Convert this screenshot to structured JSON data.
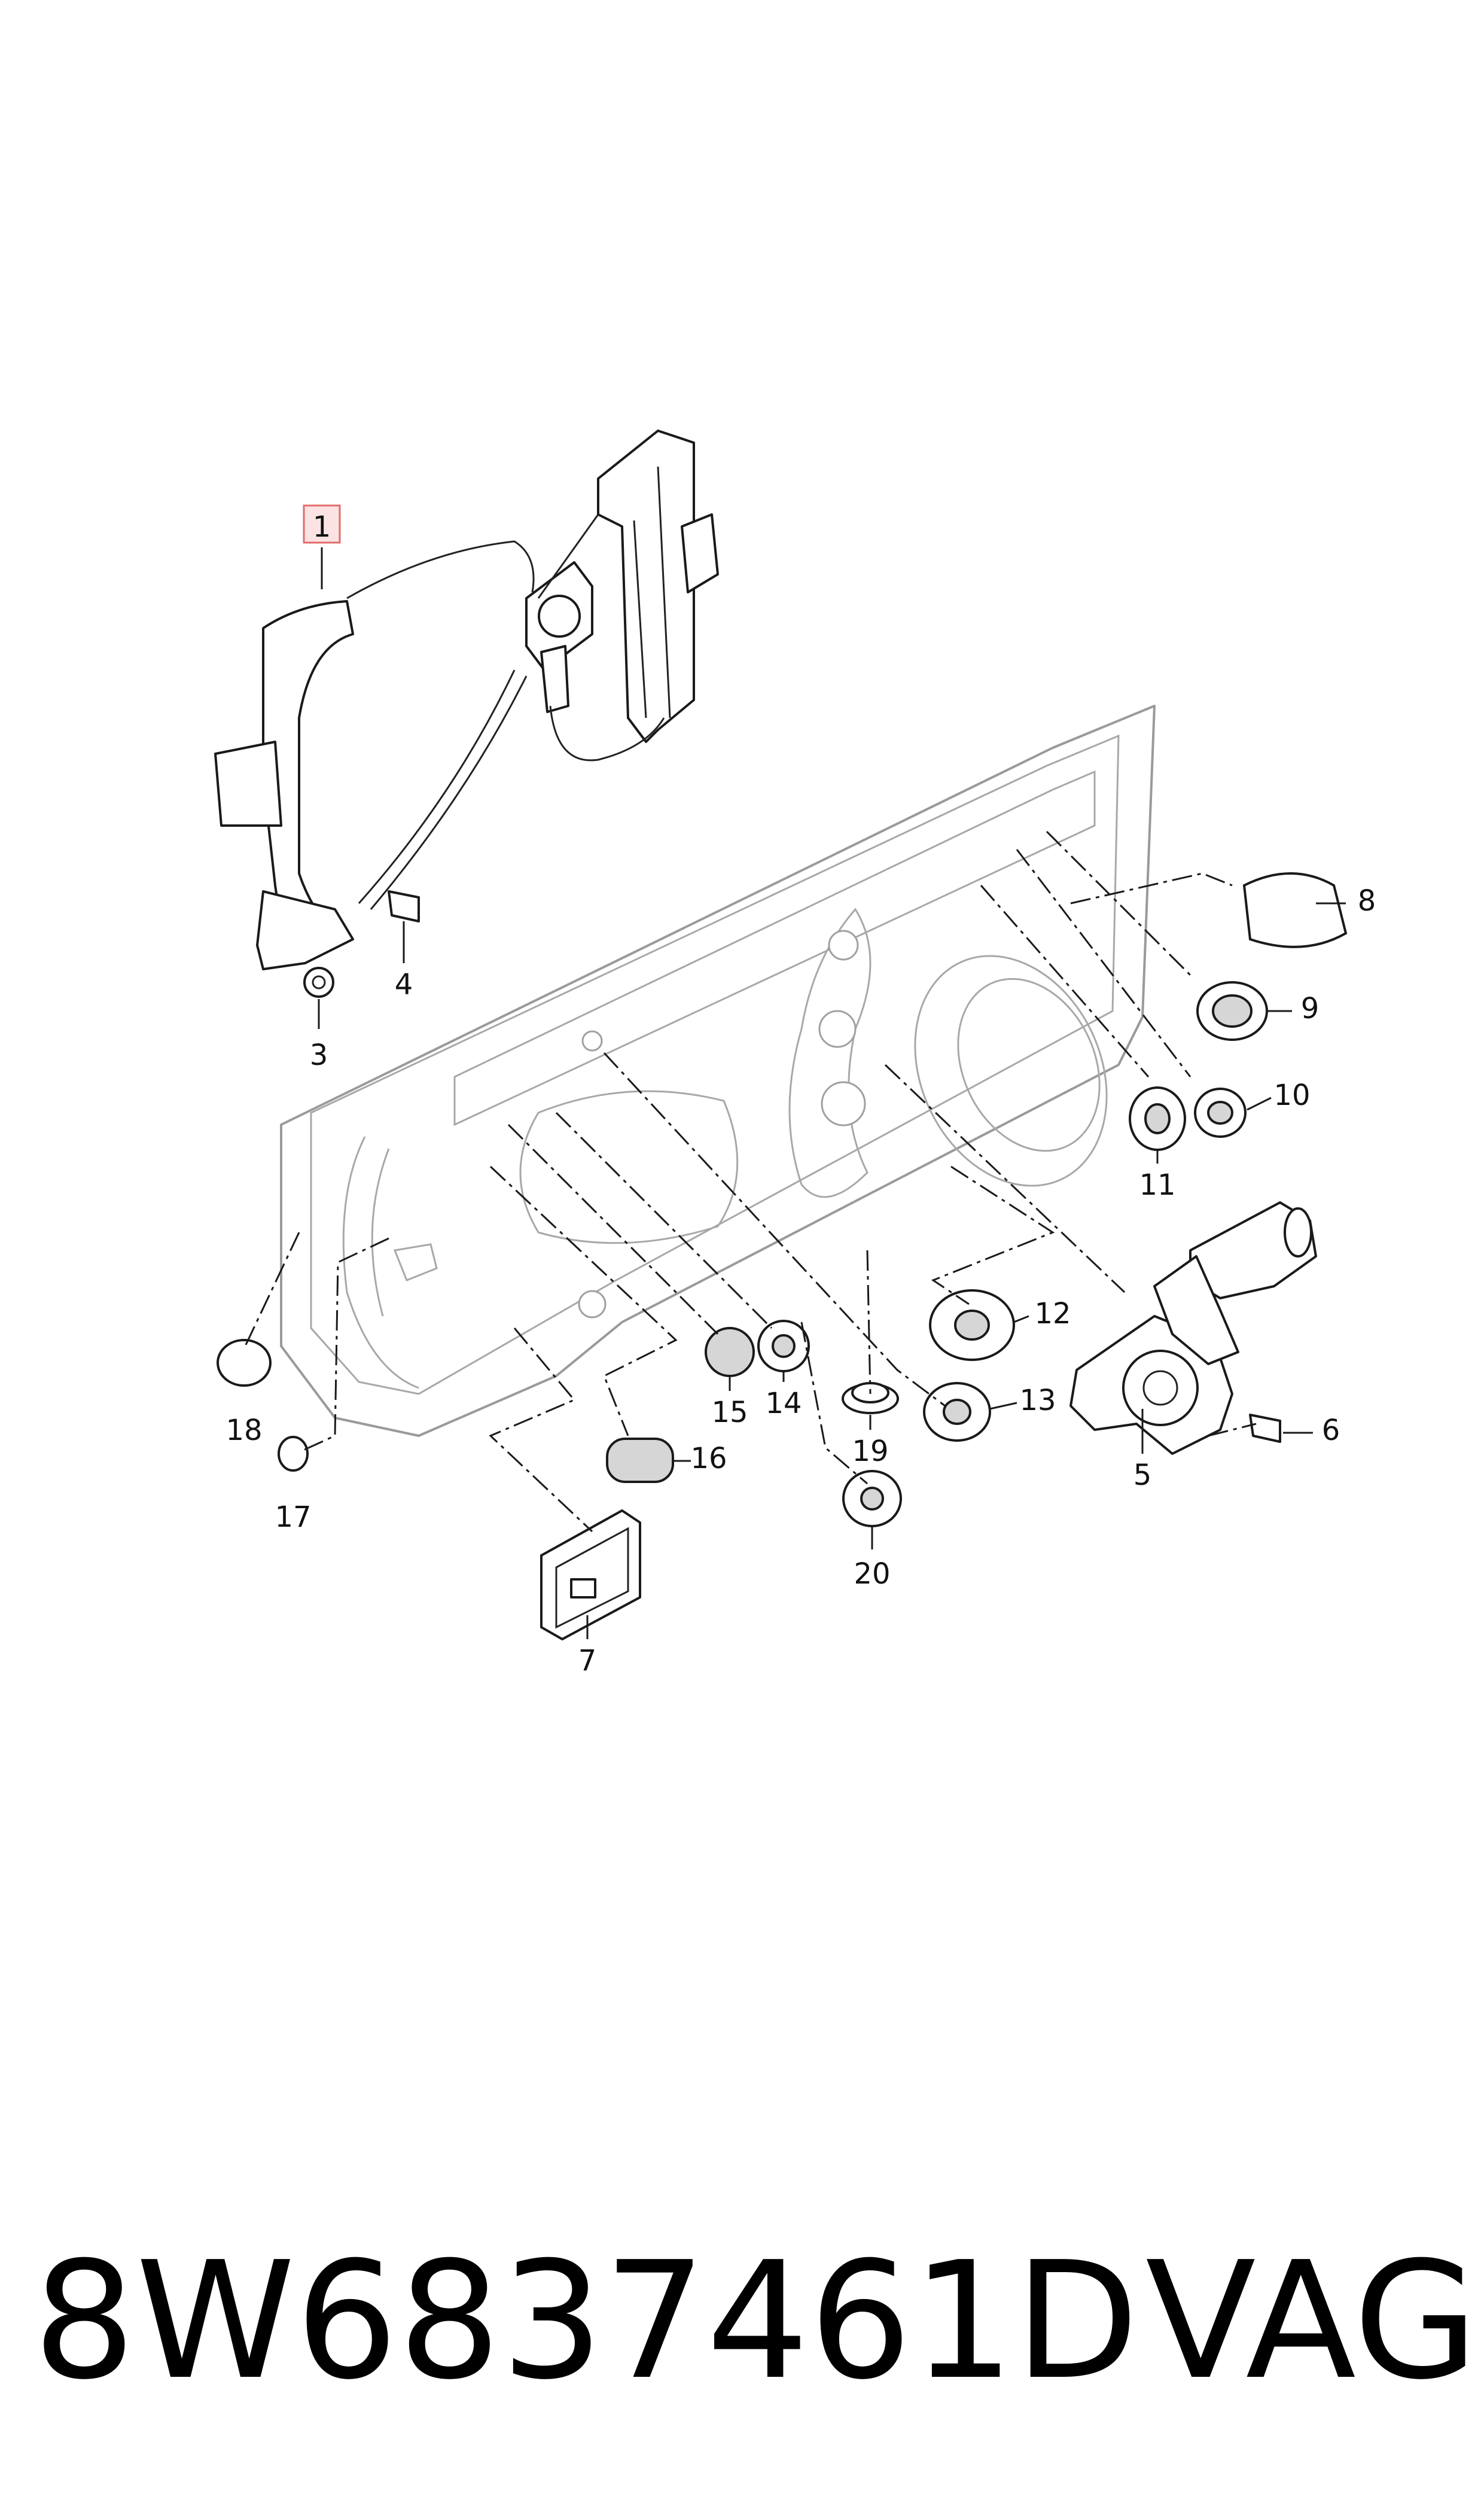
{
  "diagram": {
    "callouts": [
      {
        "id": "1",
        "label": "1",
        "highlighted": true
      },
      {
        "id": "3",
        "label": "3"
      },
      {
        "id": "4",
        "label": "4"
      },
      {
        "id": "5",
        "label": "5"
      },
      {
        "id": "6",
        "label": "6"
      },
      {
        "id": "7",
        "label": "7"
      },
      {
        "id": "8",
        "label": "8"
      },
      {
        "id": "9",
        "label": "9"
      },
      {
        "id": "10",
        "label": "10"
      },
      {
        "id": "11",
        "label": "11"
      },
      {
        "id": "12",
        "label": "12"
      },
      {
        "id": "13",
        "label": "13"
      },
      {
        "id": "14",
        "label": "14"
      },
      {
        "id": "15",
        "label": "15"
      },
      {
        "id": "16",
        "label": "16"
      },
      {
        "id": "17",
        "label": "17"
      },
      {
        "id": "18",
        "label": "18"
      },
      {
        "id": "19",
        "label": "19"
      },
      {
        "id": "20",
        "label": "20"
      }
    ],
    "highlight_color": "#e36b6b"
  },
  "caption": {
    "part_number": "8W6837461D",
    "brand": "VAG"
  }
}
